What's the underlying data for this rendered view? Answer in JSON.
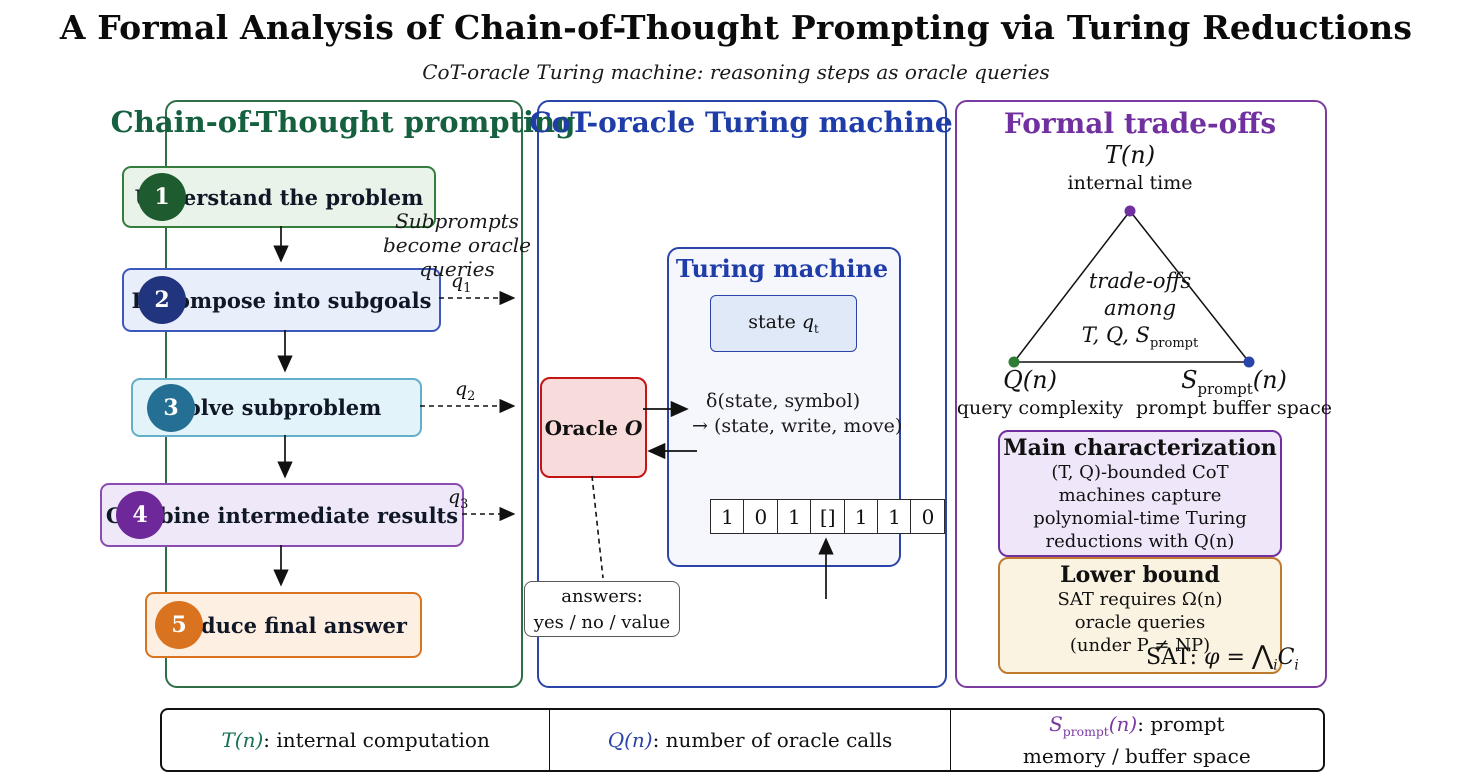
{
  "figure": {
    "title": "A Formal Analysis of Chain-of-Thought Prompting via Turing Reductions",
    "subtitle": "CoT-oracle Turing machine: reasoning steps as oracle queries"
  },
  "colors": {
    "left_panel_border": "#2d6e46",
    "middle_panel_border": "#2b44a8",
    "right_panel_border": "#7a3aa0",
    "left_title": "#15603f",
    "middle_title": "#1f3da8",
    "right_title": "#7030a0",
    "step1_accent": "#1e5b2e",
    "step2_accent": "#20357e",
    "step3_accent": "#266f94",
    "step4_accent": "#6f2899",
    "step5_accent": "#d97320",
    "oracle_border": "#c41414",
    "time_dot": "#7030a0",
    "query_dot": "#2e7d32",
    "space_dot": "#2b44a8"
  },
  "left_panel": {
    "title": "Chain-of-Thought prompting",
    "steps": [
      {
        "num": "1",
        "label": "Understand the problem"
      },
      {
        "num": "2",
        "label": "Decompose into subgoals"
      },
      {
        "num": "3",
        "label": "Solve subproblem"
      },
      {
        "num": "4",
        "label": "Combine intermediate results"
      },
      {
        "num": "5",
        "label": "Produce final answer"
      }
    ],
    "annotation_lines": [
      "Subprompts",
      "become oracle",
      "queries"
    ],
    "query_labels": [
      {
        "base": "q",
        "sub": "1"
      },
      {
        "base": "q",
        "sub": "2"
      },
      {
        "base": "q",
        "sub": "3"
      }
    ]
  },
  "middle_panel": {
    "title": "CoT-oracle Turing machine",
    "turing_machine": {
      "title": "Turing machine",
      "state_prefix": "state ",
      "state_var": "q",
      "state_sub": "t",
      "delta_line1": "δ(state, symbol)",
      "delta_line2": "→ (state, write, move)",
      "tape": [
        "1",
        "0",
        "1",
        "[]",
        "1",
        "1",
        "0"
      ]
    },
    "oracle": {
      "prefix": "Oracle ",
      "var": "O"
    },
    "answers_box": {
      "line1": "answers:",
      "line2": "yes / no / value"
    }
  },
  "right_panel": {
    "title": "Formal trade-offs",
    "triangle": {
      "top_var": "T(n)",
      "top_label": "internal time",
      "left_var": "Q(n)",
      "left_label": "query complexity",
      "right_var_base": "S",
      "right_var_sub": "prompt",
      "right_var_args": "(n)",
      "right_label": "prompt buffer space",
      "center_line1": "trade-offs",
      "center_line2": "among",
      "center_math_base": "T, Q, S",
      "center_math_sub": "prompt"
    },
    "main_box": {
      "title": "Main characterization",
      "lines": [
        "(T, Q)-bounded CoT",
        "machines capture",
        "polynomial-time Turing",
        "reductions with Q(n)"
      ]
    },
    "lower_box": {
      "title": "Lower bound",
      "lines": [
        "SAT requires Ω(n)",
        "oracle queries",
        "(under P ≠ NP)"
      ]
    },
    "sat_formula": {
      "prefix": "SAT: ",
      "phi": "φ",
      "eq": " = ",
      "wedge": "⋀",
      "wedge_sub": "i",
      "clause": "C",
      "clause_sub": "i"
    }
  },
  "legend": {
    "items": [
      {
        "term": "T(n)",
        "rest": ": internal computation"
      },
      {
        "term": "Q(n)",
        "rest": ": number of oracle calls"
      },
      {
        "term_base": "S",
        "term_sub": "prompt",
        "term_args": "(n)",
        "rest": ": prompt",
        "line2": "memory / buffer space"
      }
    ]
  }
}
